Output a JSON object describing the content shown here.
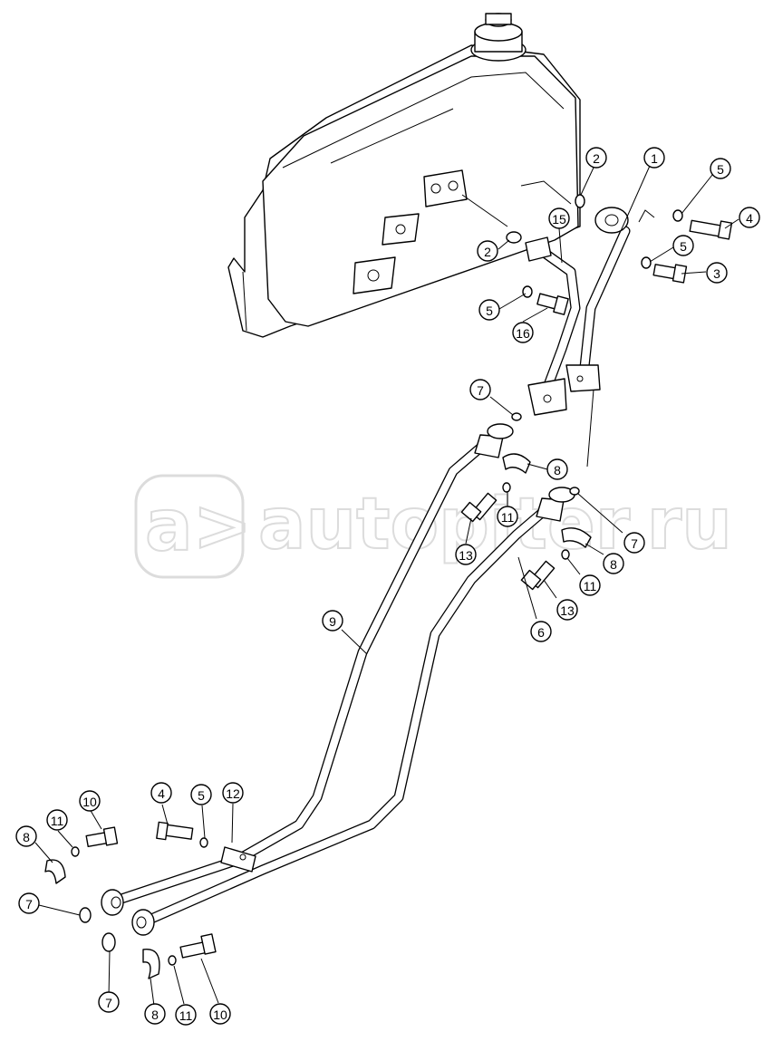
{
  "watermark": {
    "text": "autopiter.ru",
    "logo_text": "a>"
  },
  "callouts": [
    {
      "id": "c1",
      "label": "1"
    },
    {
      "id": "c2a",
      "label": "2"
    },
    {
      "id": "c2b",
      "label": "2"
    },
    {
      "id": "c3",
      "label": "3"
    },
    {
      "id": "c4a",
      "label": "4"
    },
    {
      "id": "c4b",
      "label": "4"
    },
    {
      "id": "c5a",
      "label": "5"
    },
    {
      "id": "c5b",
      "label": "5"
    },
    {
      "id": "c5c",
      "label": "5"
    },
    {
      "id": "c5d",
      "label": "5"
    },
    {
      "id": "c6",
      "label": "6"
    },
    {
      "id": "c7a",
      "label": "7"
    },
    {
      "id": "c7b",
      "label": "7"
    },
    {
      "id": "c7c",
      "label": "7"
    },
    {
      "id": "c7d",
      "label": "7"
    },
    {
      "id": "c8a",
      "label": "8"
    },
    {
      "id": "c8b",
      "label": "8"
    },
    {
      "id": "c8c",
      "label": "8"
    },
    {
      "id": "c8d",
      "label": "8"
    },
    {
      "id": "c9",
      "label": "9"
    },
    {
      "id": "c10a",
      "label": "10"
    },
    {
      "id": "c10b",
      "label": "10"
    },
    {
      "id": "c11a",
      "label": "11"
    },
    {
      "id": "c11b",
      "label": "11"
    },
    {
      "id": "c11c",
      "label": "11"
    },
    {
      "id": "c11d",
      "label": "11"
    },
    {
      "id": "c12",
      "label": "12"
    },
    {
      "id": "c13a",
      "label": "13"
    },
    {
      "id": "c13b",
      "label": "13"
    },
    {
      "id": "c15",
      "label": "15"
    },
    {
      "id": "c16",
      "label": "16"
    }
  ]
}
